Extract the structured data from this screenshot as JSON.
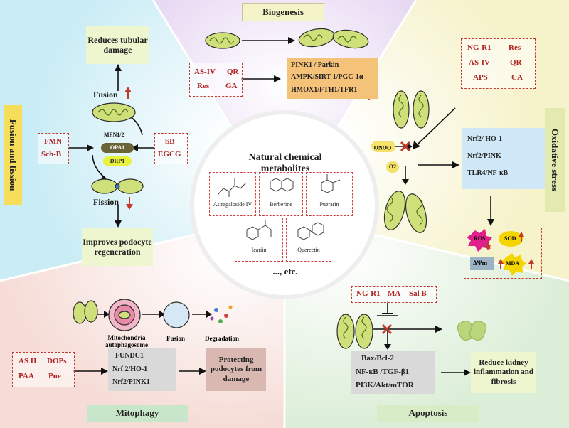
{
  "center": {
    "title": "Natural chemical metabolites",
    "etc": "..., etc."
  },
  "structures": [
    "Astragaloside IV",
    "Berberine",
    "Puerarin",
    "Icariin",
    "Quercetin"
  ],
  "biogenesis": {
    "title": "Biogenesis",
    "drugs": [
      "AS-IV",
      "QR",
      "Res",
      "GA"
    ],
    "pathways": [
      "PINK1 / Parkin",
      "AMPK/SIRT 1/PGC-1α",
      "HMOX1/FTH1/TFR1"
    ]
  },
  "fusion": {
    "title": "Fusion and fission",
    "outcome_top": "Reduces tubular damage",
    "fusion_label": "Fusion",
    "fission_label": "Fission",
    "proteins": [
      "MFN1/2",
      "OPA1",
      "DRP1"
    ],
    "drugs_left": [
      "FMN",
      "Sch-B"
    ],
    "drugs_right": [
      "SB",
      "EGCG"
    ],
    "outcome_bottom": "Improves podocyte regeneration"
  },
  "oxidative": {
    "title": "Oxidative stress",
    "drugs": [
      "NG-R1",
      "Res",
      "AS-IV",
      "QR",
      "APS",
      "CA"
    ],
    "species": [
      "ONOO",
      "O2"
    ],
    "pathways": [
      "Nrf2/ HO-1",
      "Nrf2/PINK",
      "TLR4/NF-κB"
    ],
    "markers": [
      "ROS",
      "SOD",
      "ΔΨm",
      "MDA"
    ]
  },
  "mitophagy": {
    "title": "Mitophagy",
    "stages": [
      "Mitochondria autophagosome",
      "Fusion",
      "Degradation"
    ],
    "drugs": [
      "AS II",
      "DOPs",
      "PAA",
      "Pue"
    ],
    "pathways": [
      "FUNDC1",
      "Nrf 2/HO-1",
      "Nrf2/PINK1"
    ],
    "outcome": "Protecting podocytes from damage"
  },
  "apoptosis": {
    "title": "Apoptosis",
    "drugs": [
      "NG-R1",
      "MA",
      "Sal B"
    ],
    "pathways": [
      "Bax/Bcl-2",
      "NF-κB /TGF-β1",
      "PI3K/Akt/mTOR"
    ],
    "outcome": "Reduce kidney inflammation and fibrosis"
  },
  "colors": {
    "red": "#b22222",
    "orange": "#f5c27a",
    "blue": "#cfe7f7",
    "gray": "#d9d9d9",
    "green": "#eef6d0"
  }
}
